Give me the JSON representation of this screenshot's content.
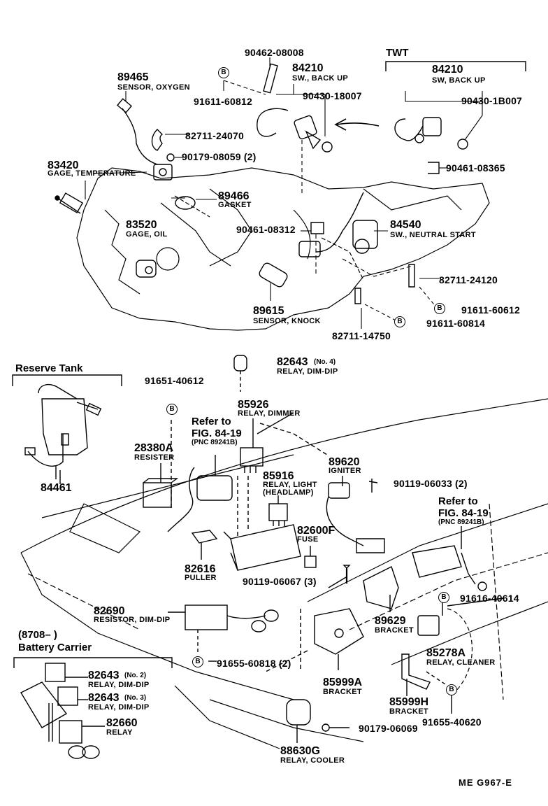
{
  "diagram": {
    "code": "ME G967-E",
    "bolt_marker": "B",
    "sections": {
      "twt": "TWT",
      "reserve_tank": "Reserve Tank",
      "battery_carrier_code": "(8708–        )",
      "battery_carrier": "Battery Carrier"
    },
    "parts": [
      {
        "id": "p90462_08008",
        "number": "90462-08008",
        "desc": ""
      },
      {
        "id": "p84210_a",
        "number": "84210",
        "desc": "SW., BACK UP"
      },
      {
        "id": "p89465",
        "number": "89465",
        "desc": "SENSOR, OXYGEN"
      },
      {
        "id": "p91611_60812",
        "number": "91611-60812",
        "desc": ""
      },
      {
        "id": "p90430_18007",
        "number": "90430-18007",
        "desc": ""
      },
      {
        "id": "p84210_b",
        "number": "84210",
        "desc": "SW, BACK UP"
      },
      {
        "id": "p90430_1B007",
        "number": "90430-1B007",
        "desc": ""
      },
      {
        "id": "p82711_24070",
        "number": "82711-24070",
        "desc": ""
      },
      {
        "id": "p90179_08059",
        "number": "90179-08059 (2)",
        "desc": ""
      },
      {
        "id": "p90461_08365",
        "number": "90461-08365",
        "desc": ""
      },
      {
        "id": "p83420",
        "number": "83420",
        "desc": "GAGE, TEMPERATURE"
      },
      {
        "id": "p89466",
        "number": "89466",
        "desc": "GASKET"
      },
      {
        "id": "p83520",
        "number": "83520",
        "desc": "GAGE, OIL"
      },
      {
        "id": "p90461_08312",
        "number": "90461-08312",
        "desc": ""
      },
      {
        "id": "p84540",
        "number": "84540",
        "desc": "SW., NEUTRAL START"
      },
      {
        "id": "p82711_24120",
        "number": "82711-24120",
        "desc": ""
      },
      {
        "id": "p89615",
        "number": "89615",
        "desc": "SENSOR, KNOCK"
      },
      {
        "id": "p91611_60612",
        "number": "91611-60612",
        "desc": ""
      },
      {
        "id": "p91611_60814",
        "number": "91611-60814",
        "desc": ""
      },
      {
        "id": "p82711_14750",
        "number": "82711-14750",
        "desc": ""
      },
      {
        "id": "p82643_no4",
        "number": "82643",
        "note": "(No. 4)",
        "desc": "RELAY, DIM-DIP"
      },
      {
        "id": "p91651_40612",
        "number": "91651-40612",
        "desc": ""
      },
      {
        "id": "p85926",
        "number": "85926",
        "desc": "RELAY, DIMMER"
      },
      {
        "id": "p84461",
        "number": "84461",
        "desc": ""
      },
      {
        "id": "p28380A",
        "number": "28380A",
        "desc": "RESISTER"
      },
      {
        "id": "p89620",
        "number": "89620",
        "desc": "IGNITER"
      },
      {
        "id": "p85916",
        "number": "85916",
        "desc": "RELAY, LIGHT",
        "desc2": "(HEADLAMP)"
      },
      {
        "id": "p90119_06033",
        "number": "90119-06033 (2)",
        "desc": ""
      },
      {
        "id": "p82600F",
        "number": "82600F",
        "desc": "FUSE"
      },
      {
        "id": "p82616",
        "number": "82616",
        "desc": "PULLER"
      },
      {
        "id": "p90119_06067",
        "number": "90119-06067 (3)",
        "desc": ""
      },
      {
        "id": "p91616_40614",
        "number": "91616-40614",
        "desc": ""
      },
      {
        "id": "p82690",
        "number": "82690",
        "desc": "RESISTOR, DIM-DIP"
      },
      {
        "id": "p89629",
        "number": "89629",
        "desc": "BRACKET"
      },
      {
        "id": "p85278A",
        "number": "85278A",
        "desc": "RELAY, CLEANER"
      },
      {
        "id": "p91655_60818",
        "number": "91655-60818 (2)",
        "desc": ""
      },
      {
        "id": "p85999A",
        "number": "85999A",
        "desc": "BRACKET"
      },
      {
        "id": "p82643_no2",
        "number": "82643",
        "note": "(No. 2)",
        "desc": "RELAY, DIM-DIP"
      },
      {
        "id": "p82643_no3",
        "number": "82643",
        "note": "(No. 3)",
        "desc": "RELAY, DIM-DIP"
      },
      {
        "id": "p85999H",
        "number": "85999H",
        "desc": "BRACKET"
      },
      {
        "id": "p82660",
        "number": "82660",
        "desc": "RELAY"
      },
      {
        "id": "p91655_40620",
        "number": "91655-40620",
        "desc": ""
      },
      {
        "id": "p90179_06069",
        "number": "90179-06069",
        "desc": ""
      },
      {
        "id": "p88630G",
        "number": "88630G",
        "desc": "RELAY, COOLER"
      }
    ],
    "references": [
      {
        "id": "ref_a",
        "line1": "Refer to",
        "line2": "FIG. 84-19",
        "line3": "(PNC 89241B)"
      },
      {
        "id": "ref_b",
        "line1": "Refer to",
        "line2": "FIG. 84-19",
        "line3": "(PNC 89241B)"
      }
    ]
  }
}
